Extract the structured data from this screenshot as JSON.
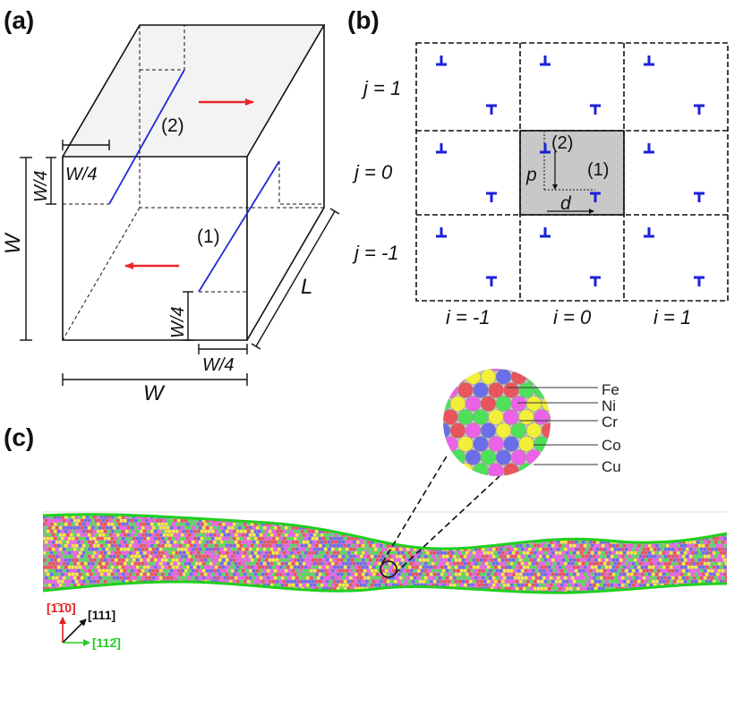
{
  "panels": {
    "a": "(a)",
    "b": "(b)",
    "c": "(c)"
  },
  "panel_a": {
    "width_label": "W",
    "bottom_width_label": "W",
    "depth_label": "L",
    "top_quarter_label": "W/4",
    "top_left_quarter_label": "W/4",
    "bottom_vertical_quarter_label": "W/4",
    "bottom_horizontal_quarter_label": "W/4",
    "dislocation_1_label": "(1)",
    "dislocation_2_label": "(2)",
    "arrow_color": "#e8262a",
    "dislocation_color": "#1f2ad8"
  },
  "panel_b": {
    "row_labels": [
      "j = 1",
      "j = 0",
      "j = -1"
    ],
    "col_labels": [
      "i = -1",
      "i = 0",
      "i = 1"
    ],
    "dislocation_1_label": "(1)",
    "dislocation_2_label": "(2)",
    "p_label": "p",
    "d_label": "d",
    "symbol_color": "#1a22d8",
    "center_cell_color": "#c8c8c8"
  },
  "panel_c": {
    "elements": [
      "Fe",
      "Ni",
      "Cr",
      "Co",
      "Cu"
    ],
    "element_colors": {
      "Fe": "#e8555c",
      "Ni": "#ec62e6",
      "Cr": "#6a6ee8",
      "Co": "#4fe05a",
      "Cu": "#f2ef3a"
    },
    "axes": {
      "vertical": "[1̄1̄0]",
      "diagonal": "[111]",
      "horizontal": "[112̄]"
    },
    "axis_colors": {
      "vertical": "#e02020",
      "diagonal": "#111111",
      "horizontal": "#22cc22"
    }
  }
}
